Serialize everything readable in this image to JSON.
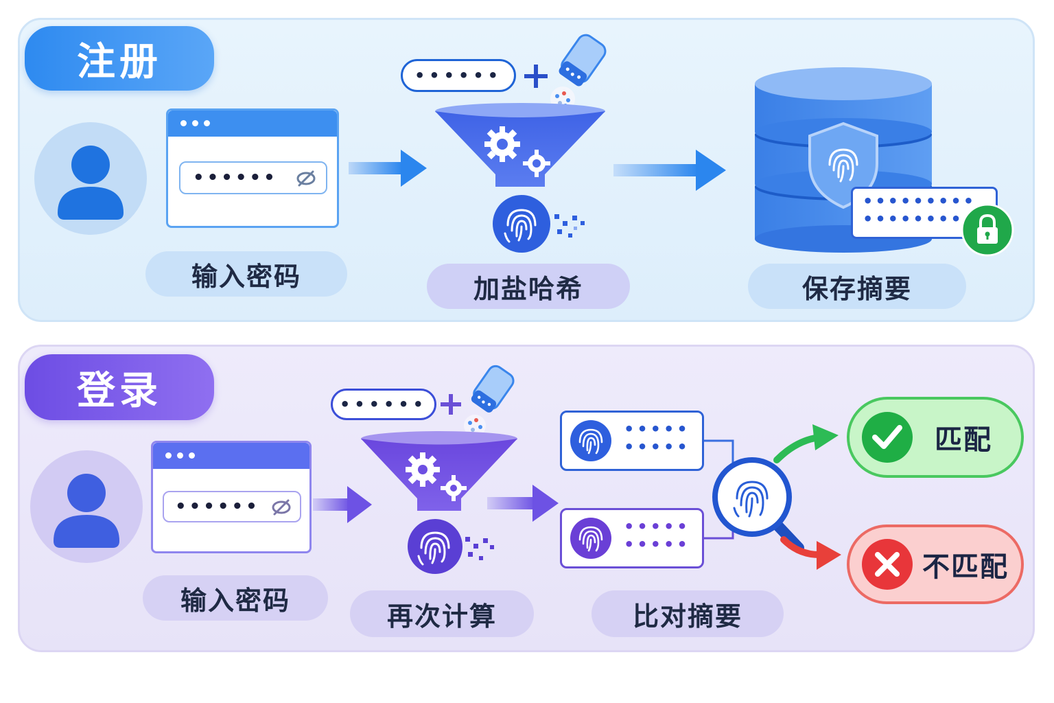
{
  "registration": {
    "title": "注册",
    "step_input": "输入密码",
    "step_hash": "加盐哈希",
    "step_store": "保存摘要",
    "password_mask": "••••••",
    "pill_mask": "••••••",
    "stored_mask_row1": "•••••••••",
    "stored_mask_row2": "•••••••••"
  },
  "login": {
    "title": "登录",
    "step_input": "输入密码",
    "step_recompute": "再次计算",
    "step_compare": "比对摘要",
    "password_mask": "••••••",
    "pill_mask": "••••••",
    "digest_mask_row1": "•••••",
    "digest_mask_row2": "•••••",
    "match_label": "匹配",
    "mismatch_label": "不匹配"
  },
  "colors": {
    "reg_accent": "#2e8af0",
    "login_accent": "#6d4de4",
    "match": "#23b14d",
    "mismatch": "#e8403a"
  },
  "icons": [
    "user-icon",
    "eye-slash-icon",
    "salt-shaker-icon",
    "gear-icon",
    "fingerprint-icon",
    "database-icon",
    "shield-icon",
    "lock-icon",
    "magnifier-icon",
    "check-icon",
    "cross-icon",
    "arrow-right-icon"
  ]
}
